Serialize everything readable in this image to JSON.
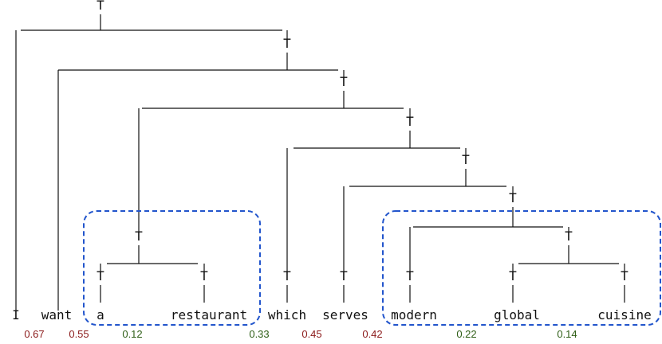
{
  "tree": {
    "node_label": "T",
    "words": [
      "I",
      "want",
      "a",
      "restaurant",
      "which",
      "serves",
      "modern",
      "global",
      "cuisine"
    ],
    "scores": [
      "0.67",
      "0.55",
      "0.12",
      "0.33",
      "0.45",
      "0.42",
      "0.22",
      "0.14"
    ],
    "highlight_groups": [
      [
        "a",
        "restaurant"
      ],
      [
        "modern",
        "global",
        "cuisine"
      ]
    ]
  },
  "colors": {
    "line": "#111111",
    "text": "#111111",
    "highlight_box": "#2255cc",
    "score_high": "#8b1a1a",
    "score_low": "#2e5e16"
  }
}
